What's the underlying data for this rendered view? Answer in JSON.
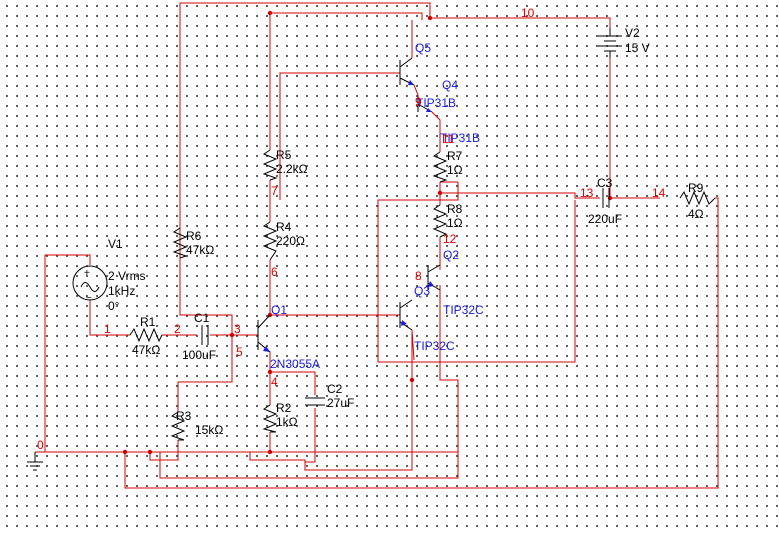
{
  "colors": {
    "wire": "#d40000",
    "component": "#000000",
    "node_label": "#e00000",
    "transistor_label": "#1a1ae0",
    "grid_dot": "#4a4a4a"
  },
  "components": {
    "V1": {
      "ref": "V1",
      "amplitude": "2 Vrms",
      "frequency": "1kHz",
      "phase": "0°"
    },
    "V2": {
      "ref": "V2",
      "value": "15 V"
    },
    "R1": {
      "ref": "R1",
      "value": "47kΩ"
    },
    "R2": {
      "ref": "R2",
      "value": "1kΩ"
    },
    "R3": {
      "ref": "R3",
      "value": "15kΩ"
    },
    "R4": {
      "ref": "R4",
      "value": "220Ω"
    },
    "R5": {
      "ref": "R5",
      "value": "2.2kΩ"
    },
    "R6": {
      "ref": "R6",
      "value": "47kΩ"
    },
    "R7": {
      "ref": "R7",
      "value": "1Ω"
    },
    "R8": {
      "ref": "R8",
      "value": "1Ω"
    },
    "R9": {
      "ref": "R9",
      "value": "4Ω"
    },
    "C1": {
      "ref": "C1",
      "value": "100uF"
    },
    "C2": {
      "ref": "C2",
      "value": "27uF"
    },
    "C3": {
      "ref": "C3",
      "value": "220uF"
    },
    "Q1": {
      "ref": "Q1",
      "model": "2N3055A"
    },
    "Q2": {
      "ref": "Q2",
      "model": "TIP32C"
    },
    "Q3": {
      "ref": "Q3",
      "model": "TIP32C"
    },
    "Q4": {
      "ref": "Q4",
      "model": "TIP31B"
    },
    "Q5": {
      "ref": "Q5",
      "model": "TIP31B"
    }
  },
  "nodes": {
    "n0": "0",
    "n1": "1",
    "n2": "2",
    "n3": "3",
    "n4": "4",
    "n5": "5",
    "n6": "6",
    "n7": "7",
    "n8": "8",
    "n9": "9",
    "n10": "10",
    "n11": "11",
    "n12": "12",
    "n13": "13",
    "n14": "14"
  }
}
